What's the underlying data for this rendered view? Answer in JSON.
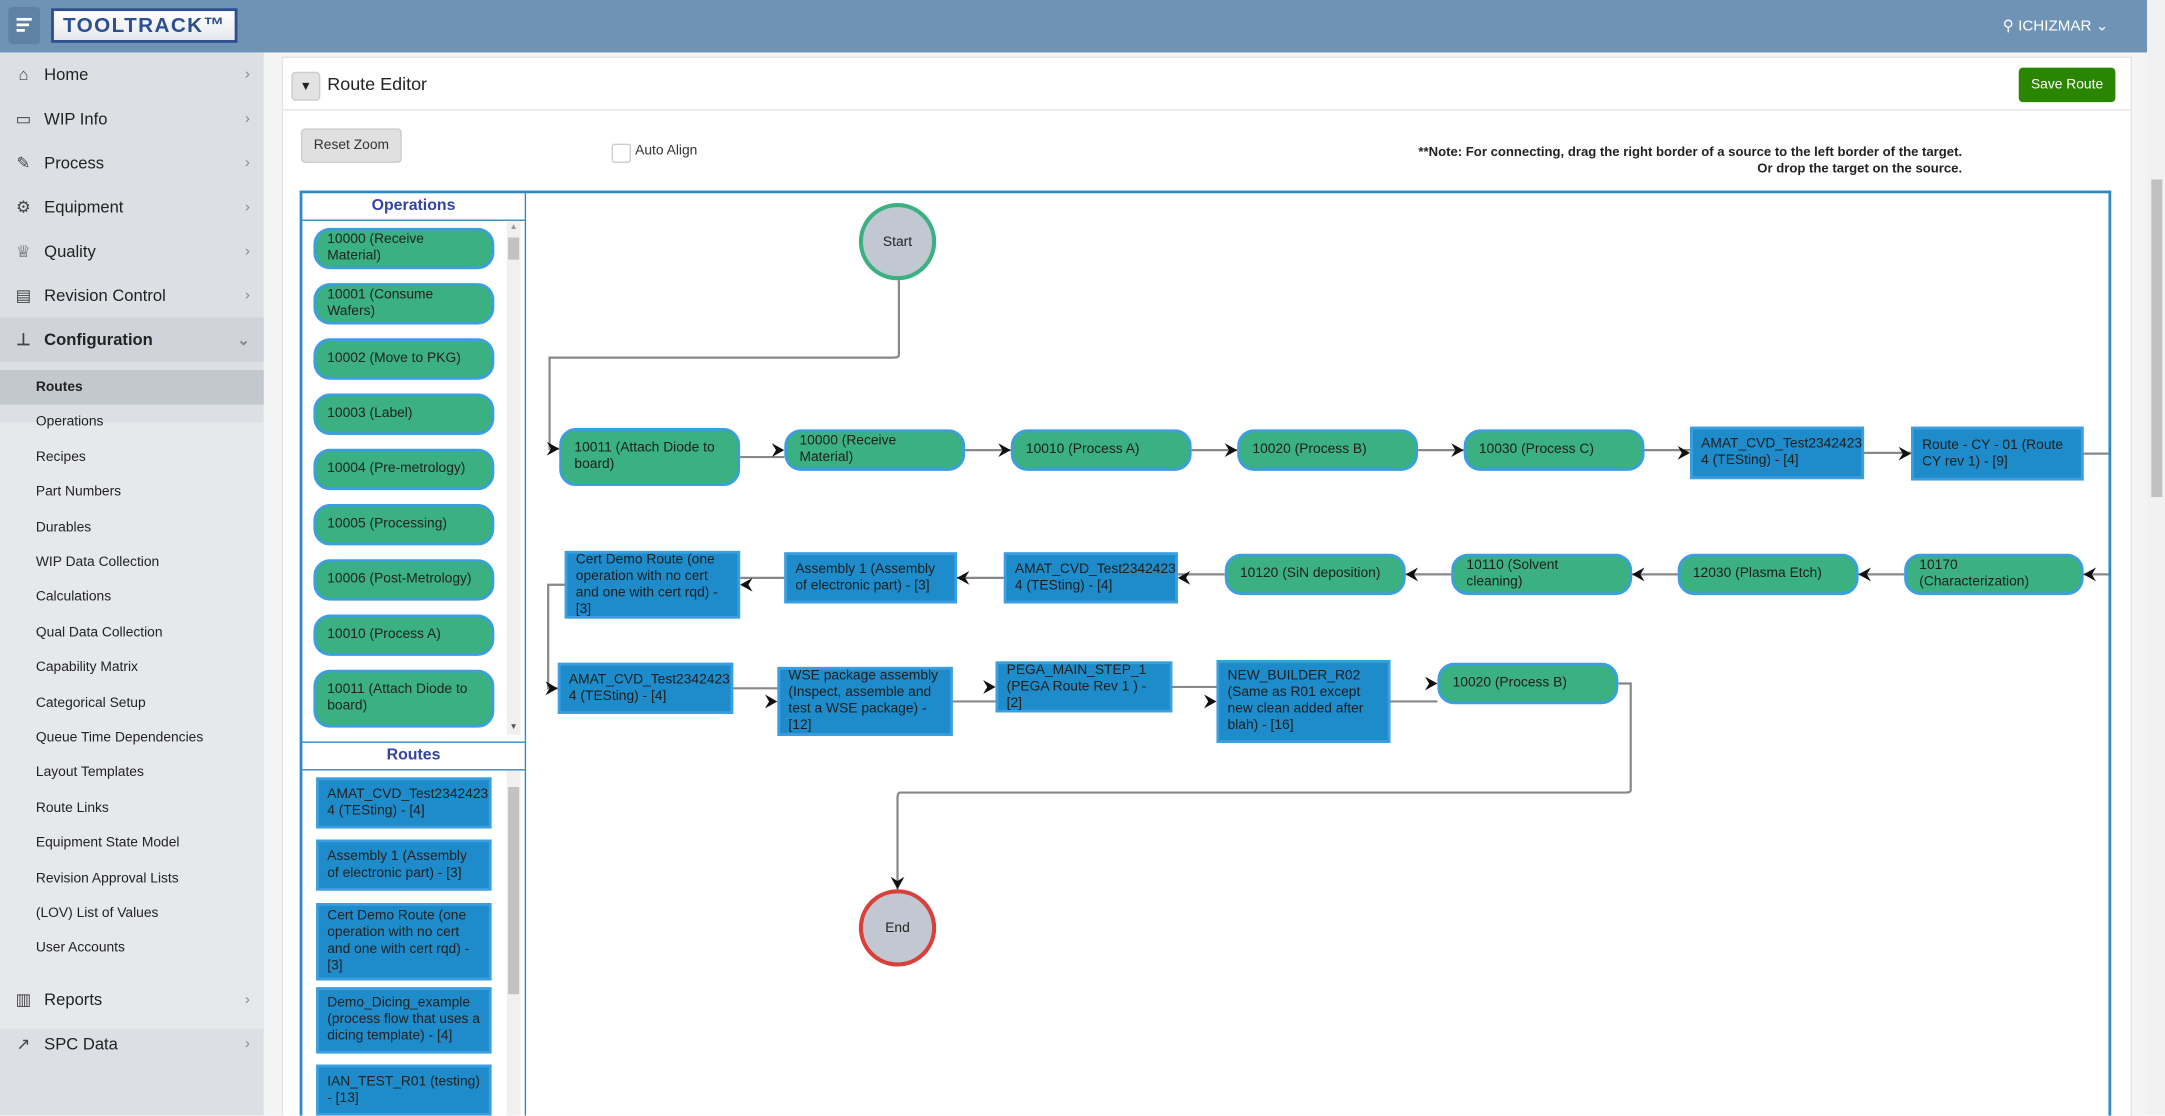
{
  "header": {
    "logo": "TOOLTRACK™",
    "user": "ICHIZMAR"
  },
  "sidebar": {
    "items": [
      {
        "label": "Home",
        "icon": "home-icon",
        "glyph": "⌂"
      },
      {
        "label": "WIP Info",
        "icon": "folder-icon",
        "glyph": "▭"
      },
      {
        "label": "Process",
        "icon": "pencil-icon",
        "glyph": "✎"
      },
      {
        "label": "Equipment",
        "icon": "gear-icon",
        "glyph": "⚙"
      },
      {
        "label": "Quality",
        "icon": "trophy-icon",
        "glyph": "♕"
      },
      {
        "label": "Revision Control",
        "icon": "document-icon",
        "glyph": "▤"
      },
      {
        "label": "Configuration",
        "icon": "hierarchy-icon",
        "glyph": "⊥"
      }
    ],
    "config_subitems": [
      "Routes",
      "Operations",
      "Recipes",
      "Part Numbers",
      "Durables",
      "WIP Data Collection",
      "Calculations",
      "Qual Data Collection",
      "Capability Matrix",
      "Categorical Setup",
      "Queue Time Dependencies",
      "Layout Templates",
      "Route Links",
      "Equipment State Model",
      "Revision Approval Lists",
      "(LOV) List of Values",
      "User Accounts"
    ],
    "active_subitem": "Routes",
    "bottom_items": [
      {
        "label": "Reports",
        "icon": "reports-icon",
        "glyph": "▥"
      },
      {
        "label": "SPC Data",
        "icon": "chart-line-icon",
        "glyph": "↗"
      }
    ]
  },
  "page": {
    "title": "Route Editor",
    "save_label": "Save Route",
    "reset_zoom_label": "Reset Zoom",
    "auto_align_label": "Auto Align",
    "auto_align_checked": false,
    "note_line1": "**Note: For connecting, drag the right border of a source to the left border of the target.",
    "note_line2": "Or drop the target on the source."
  },
  "palette": {
    "operations_header": "Operations",
    "operations": [
      "10000 (Receive Material)",
      "10001 (Consume Wafers)",
      "10002 (Move to PKG)",
      "10003 (Label)",
      "10004 (Pre-metrology)",
      "10005 (Processing)",
      "10006 (Post-Metrology)",
      "10010 (Process A)",
      "10011 (Attach Diode to board)"
    ],
    "routes_header": "Routes",
    "routes": [
      "AMAT_CVD_Test2342423 4 (TESting) - [4]",
      "Assembly 1 (Assembly of electronic part) - [3]",
      "Cert Demo Route (one operation with no cert and one with cert rqd) - [3]",
      "Demo_Dicing_example (process flow that uses a dicing template) - [4]",
      "IAN_TEST_R01 (testing) - [13]"
    ]
  },
  "flow": {
    "start_label": "Start",
    "end_label": "End",
    "colors": {
      "operation": "#3bb080",
      "route": "#1e8bca",
      "border": "#3a9ee0",
      "start": "#3bb080",
      "end": "#d9403a"
    },
    "nodes": [
      {
        "label": "10011 (Attach Diode to board)",
        "kind": "operation"
      },
      {
        "label": "10000 (Receive Material)",
        "kind": "operation"
      },
      {
        "label": "10010 (Process A)",
        "kind": "operation"
      },
      {
        "label": "10020 (Process B)",
        "kind": "operation"
      },
      {
        "label": "10030 (Process C)",
        "kind": "operation"
      },
      {
        "label": "AMAT_CVD_Test2342423 4 (TESting) - [4]",
        "kind": "route"
      },
      {
        "label": "Route - CY - 01 (Route CY rev 1) - [9]",
        "kind": "route"
      },
      {
        "label": "10170 (Characterization)",
        "kind": "operation"
      },
      {
        "label": "12030 (Plasma Etch)",
        "kind": "operation"
      },
      {
        "label": "10110 (Solvent cleaning)",
        "kind": "operation"
      },
      {
        "label": "10120 (SiN deposition)",
        "kind": "operation"
      },
      {
        "label": "AMAT_CVD_Test2342423 4 (TESting) - [4]",
        "kind": "route"
      },
      {
        "label": "Assembly 1 (Assembly of electronic part) - [3]",
        "kind": "route"
      },
      {
        "label": "Cert Demo Route (one operation with no cert and one with cert rqd) - [3]",
        "kind": "route"
      },
      {
        "label": "AMAT_CVD_Test2342423 4 (TESting) - [4]",
        "kind": "route"
      },
      {
        "label": "WSE package assembly (Inspect, assemble and test a WSE package) - [12]",
        "kind": "route"
      },
      {
        "label": "PEGA_MAIN_STEP_1 (PEGA Route Rev 1 ) - [2]",
        "kind": "route"
      },
      {
        "label": "NEW_BUILDER_R02 (Same as R01 except new clean added after blah) - [16]",
        "kind": "route"
      },
      {
        "label": "10020 (Process B)",
        "kind": "operation"
      }
    ]
  }
}
